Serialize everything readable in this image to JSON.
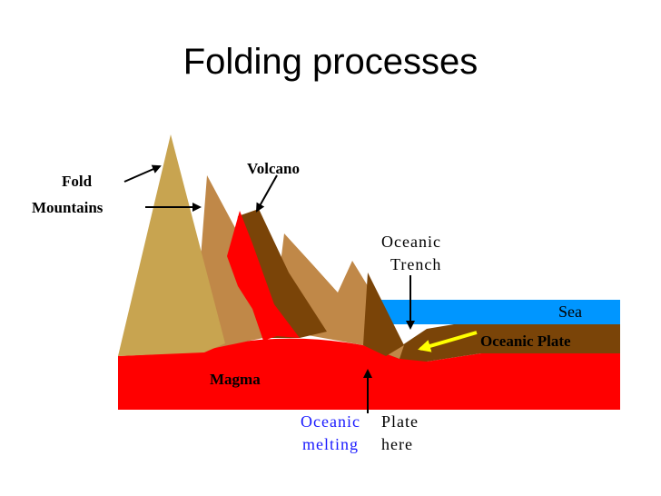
{
  "title": "Folding processes",
  "labels": {
    "fold": "Fold",
    "mountains": "Mountains",
    "volcano": "Volcano",
    "oceanic": "Oceanic",
    "trench": "Trench",
    "sea": "Sea",
    "oceanic_plate": "Oceanic Plate",
    "magma": "Magma",
    "melting_line1_a": "Oceanic",
    "melting_line1_b": "Plate",
    "melting_line2_a": "melting",
    "melting_line2_b": "here"
  },
  "colors": {
    "tan_mountain": "#c8a450",
    "light_brown": "#c08848",
    "dark_brown": "#7a4408",
    "magma_red": "#ff0000",
    "sea_blue": "#0096ff",
    "arrow_yellow": "#ffff00",
    "melting_text_blue": "#1a1aff"
  }
}
